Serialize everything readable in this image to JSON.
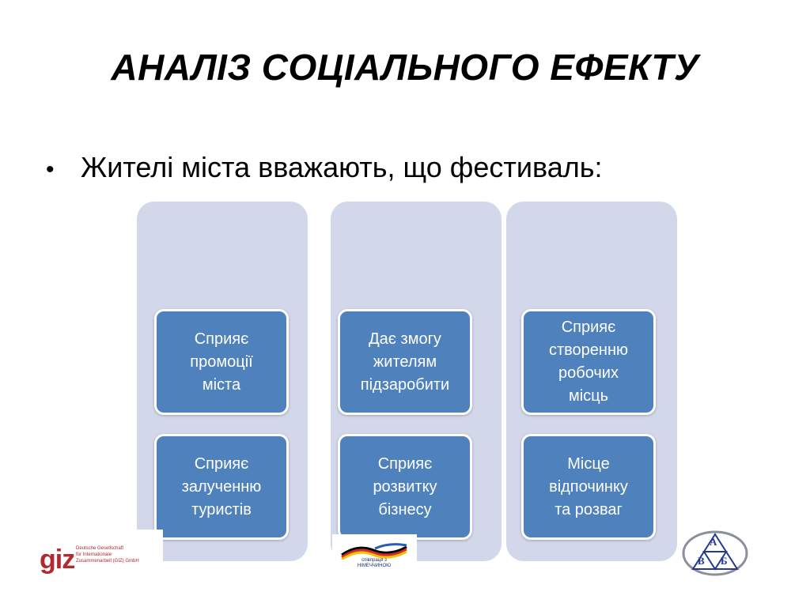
{
  "slide": {
    "title": "АНАЛІЗ СОЦІАЛЬНОГО ЕФЕКТУ",
    "bullet": "Жителі міста вважають, що фестиваль:"
  },
  "columns": [
    {
      "cards": [
        "Сприяє\nпромоції\nміста",
        "Сприяє\nзалученню\nтуристів"
      ]
    },
    {
      "cards": [
        "Дає змогу\nжителям\nпідзаробити",
        "Сприяє\nрозвитку\nбізнесу"
      ]
    },
    {
      "cards": [
        "Сприяє\nстворенню\nробочих\nмісць",
        "Місце\nвідпочинку\nта розваг"
      ]
    }
  ],
  "logos": {
    "giz_word": "giz",
    "giz_text": "Deutsche Gesellschaft\nfür Internationale\nZusammenarbeit (GIZ) GmbH",
    "coop_text": "співпраця з\nНІМЕЧЧИНОЮ",
    "avb_letters": [
      "А",
      "В",
      "Б"
    ]
  },
  "colors": {
    "column_bg": "#d2d8e9",
    "card_bg": "#4f81bd",
    "giz_red": "#b02a2f"
  }
}
